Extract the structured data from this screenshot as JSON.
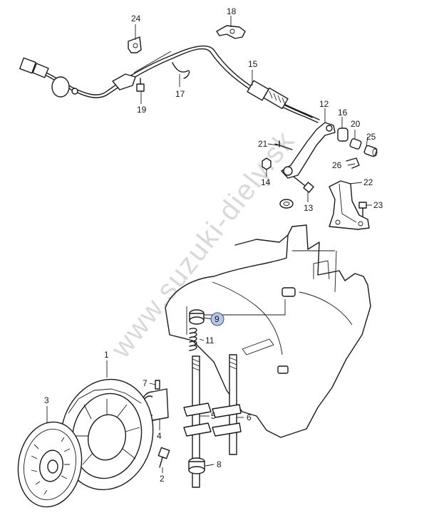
{
  "watermark": "www.suzuki-diely.sk",
  "accent_highlight": "#b8c6e6",
  "callouts": {
    "c1": "1",
    "c2": "2",
    "c3": "3",
    "c4": "4",
    "c5": "5",
    "c6": "6",
    "c7": "7",
    "c8": "8",
    "c9": "9",
    "c11": "11",
    "c12": "12",
    "c13": "13",
    "c14": "14",
    "c15": "15",
    "c16": "16",
    "c17": "17",
    "c18": "18",
    "c19": "19",
    "c20": "20",
    "c21": "21",
    "c22": "22",
    "c23": "23",
    "c24": "24",
    "c25": "25",
    "c26": "26"
  },
  "highlighted_part": "9"
}
